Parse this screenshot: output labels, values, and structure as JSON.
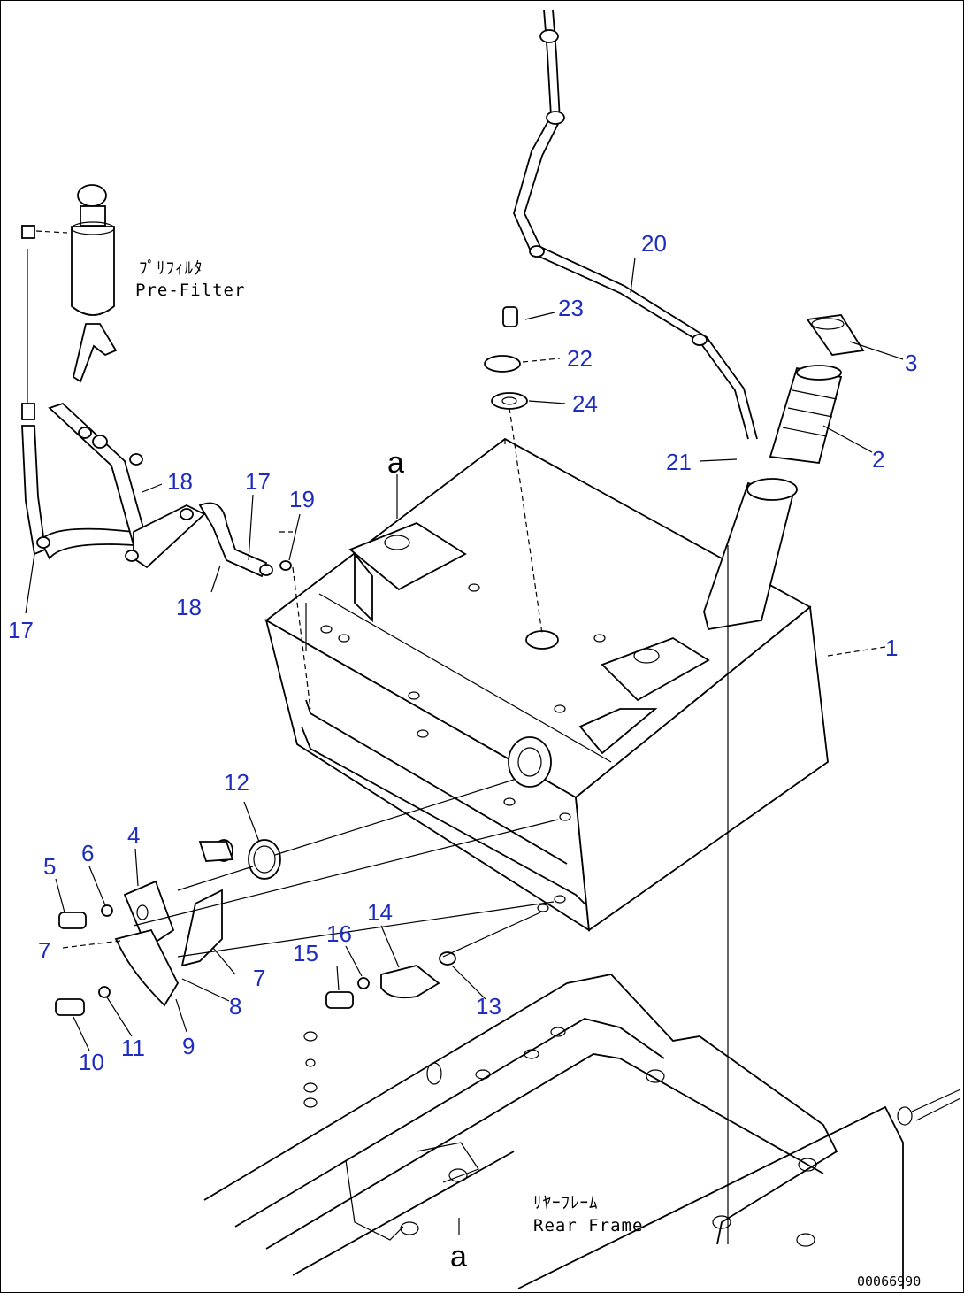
{
  "diagram": {
    "callouts": [
      {
        "id": "c1",
        "text": "1"
      },
      {
        "id": "c2",
        "text": "2"
      },
      {
        "id": "c3",
        "text": "3"
      },
      {
        "id": "c4",
        "text": "4"
      },
      {
        "id": "c5",
        "text": "5"
      },
      {
        "id": "c6",
        "text": "6"
      },
      {
        "id": "c7a",
        "text": "7"
      },
      {
        "id": "c7b",
        "text": "7"
      },
      {
        "id": "c8",
        "text": "8"
      },
      {
        "id": "c9",
        "text": "9"
      },
      {
        "id": "c10",
        "text": "10"
      },
      {
        "id": "c11",
        "text": "11"
      },
      {
        "id": "c12",
        "text": "12"
      },
      {
        "id": "c13",
        "text": "13"
      },
      {
        "id": "c14",
        "text": "14"
      },
      {
        "id": "c15",
        "text": "15"
      },
      {
        "id": "c16",
        "text": "16"
      },
      {
        "id": "c17a",
        "text": "17"
      },
      {
        "id": "c17b",
        "text": "17"
      },
      {
        "id": "c18a",
        "text": "18"
      },
      {
        "id": "c18b",
        "text": "18"
      },
      {
        "id": "c19",
        "text": "19"
      },
      {
        "id": "c20",
        "text": "20"
      },
      {
        "id": "c21",
        "text": "21"
      },
      {
        "id": "c22",
        "text": "22"
      },
      {
        "id": "c23",
        "text": "23"
      },
      {
        "id": "c24",
        "text": "24"
      }
    ],
    "labels": {
      "prefilter_jp": "ﾌﾟﾘﾌｨﾙﾀ",
      "prefilter_en": "Pre-Filter",
      "rearframe_jp": "ﾘﾔｰﾌﾚｰﾑ",
      "rearframe_en": "Rear Frame",
      "ref_a_top": "a",
      "ref_a_bottom": "a",
      "drawing_code": "00066990"
    },
    "colors": {
      "callout": "#1f2dbf",
      "line": "#000000"
    }
  }
}
